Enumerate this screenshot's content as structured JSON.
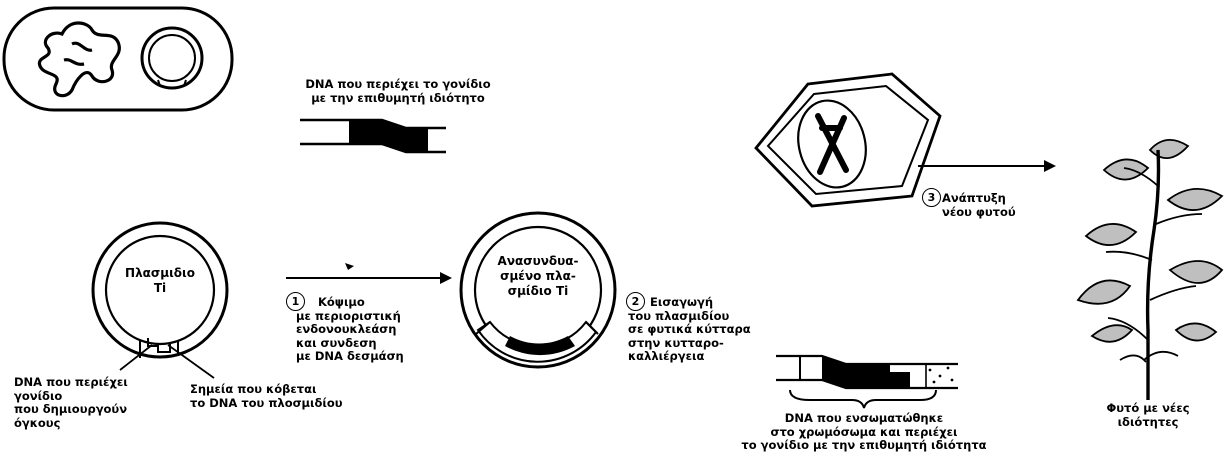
{
  "labels": {
    "dna_gene_top": [
      "DNA που περιέχει το γονίδιο",
      "με την επιθυμητή ιδιότητο"
    ],
    "plasmid_ti": [
      "Πλασμιδιο",
      "Ti"
    ],
    "recombinant_plasmid": [
      "Ανασυνδυα-",
      "σμένο πλα-",
      "σμίδιο Ti"
    ],
    "step1_num": "1",
    "step1_text": [
      "Κόψιμο",
      "με περιοριστική",
      "ενδονουκλεάση",
      "και συνδεση",
      "με DNA δεσμάση"
    ],
    "step2_num": "2",
    "step2_text": [
      "Εισαγωγή",
      "του πλασμιδίου",
      "σε φυτικά κύτταρα",
      "στην κυτταρο-",
      "καλλιέργεια"
    ],
    "step3_num": "3",
    "step3_text": [
      "Ανάπτυξη",
      "νέου φυτού"
    ],
    "tumor_dna": [
      "DNA που περιέχει",
      "γονίδιο",
      "που δημιουργούν",
      "όγκους"
    ],
    "cut_points": [
      "Σημεία που κόβεται",
      "το DNA του πλοσμιδίου"
    ],
    "integrated_dna": [
      "DNA που ενσωματώθηκε",
      "στο χρωμόσωμα και περιέχει",
      "το γονίδιο με την επιθυμητή ιδιότητα"
    ],
    "new_plant": [
      "Φυτό με νέες",
      "ιδιότητες"
    ]
  }
}
